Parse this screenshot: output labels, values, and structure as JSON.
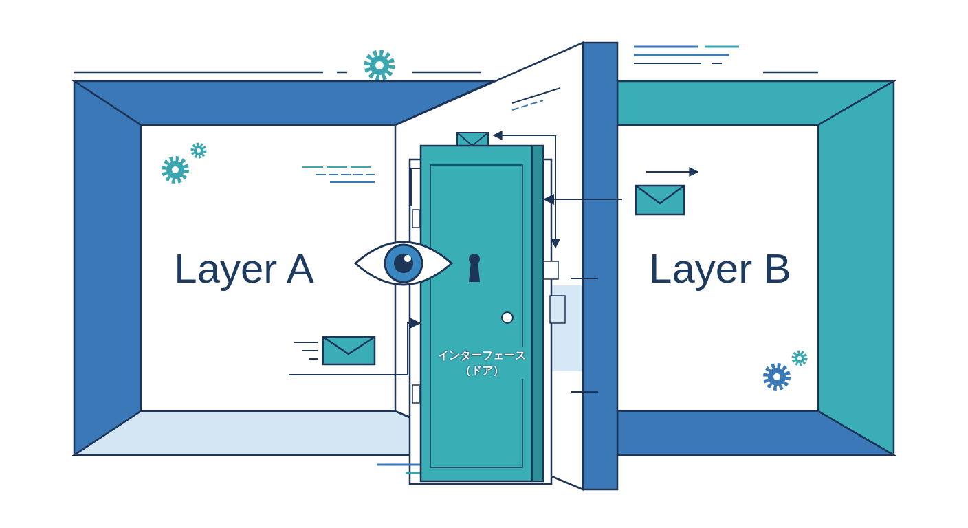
{
  "diagram": {
    "nodes": [
      {
        "text": [
          "Layer A"
        ]
      },
      {
        "text": [
          "インターフェース （ドア）"
        ]
      },
      {
        "text": [
          "Layer B"
        ]
      }
    ],
    "edges": [
      {
        "from": 0,
        "to": 1,
        "arrow": "to"
      },
      {
        "from": 2,
        "to": 1,
        "arrow": "to"
      }
    ]
  }
}
